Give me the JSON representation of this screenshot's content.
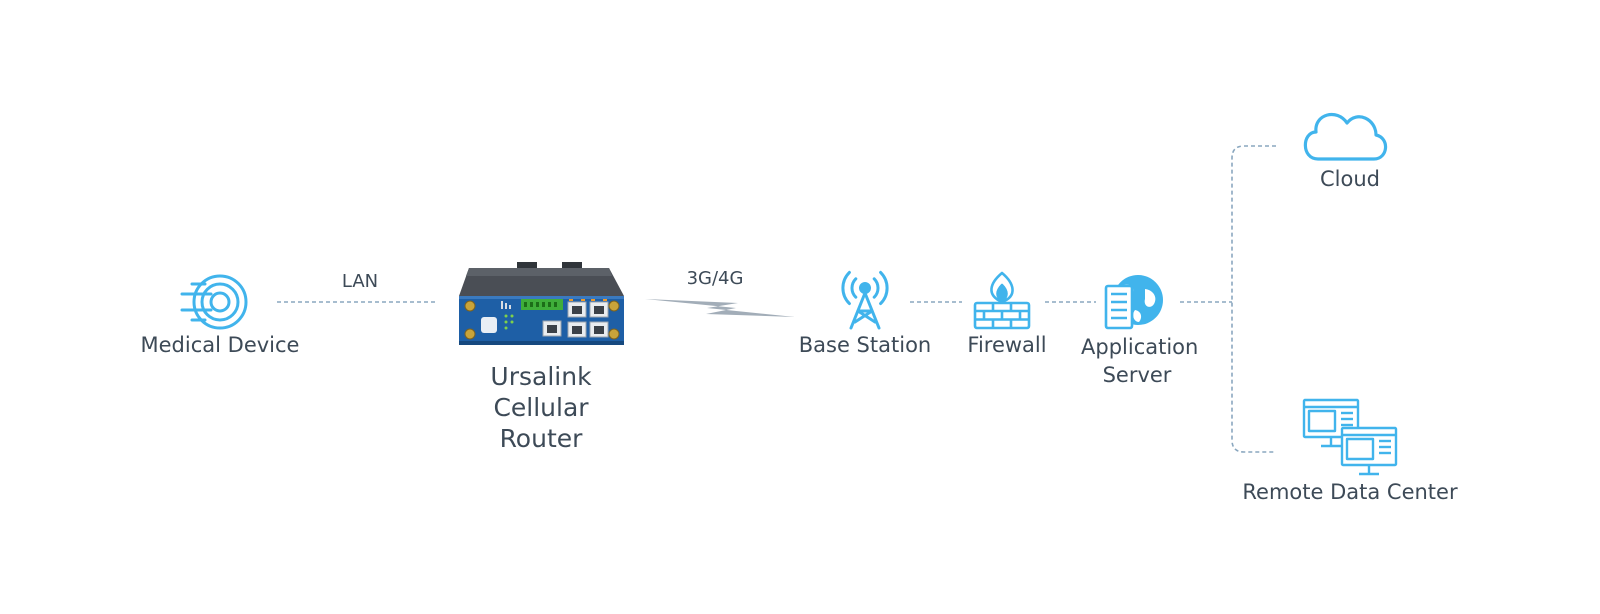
{
  "colors": {
    "icon_blue": "#41b4ec",
    "link_line": "#8aa7bf",
    "text": "#3d4a57",
    "router_body": "#1e5fa6",
    "router_housing": "#4a4e55"
  },
  "nodes": {
    "medical_device": {
      "label": "Medical Device",
      "icon": "medical-scanner-icon"
    },
    "router": {
      "label": "Ursalink Cellular Router",
      "icon": "cellular-router-image"
    },
    "base_station": {
      "label": "Base Station",
      "icon": "radio-tower-icon"
    },
    "firewall": {
      "label": "Firewall",
      "icon": "firewall-icon"
    },
    "application_server": {
      "label": "Application Server",
      "icon": "globe-server-icon"
    },
    "cloud": {
      "label": "Cloud",
      "icon": "cloud-icon"
    },
    "remote_data_center": {
      "label": "Remote Data Center",
      "icon": "monitors-icon"
    }
  },
  "links": {
    "lan": {
      "label": "LAN"
    },
    "wireless": {
      "label": "3G/4G"
    }
  }
}
